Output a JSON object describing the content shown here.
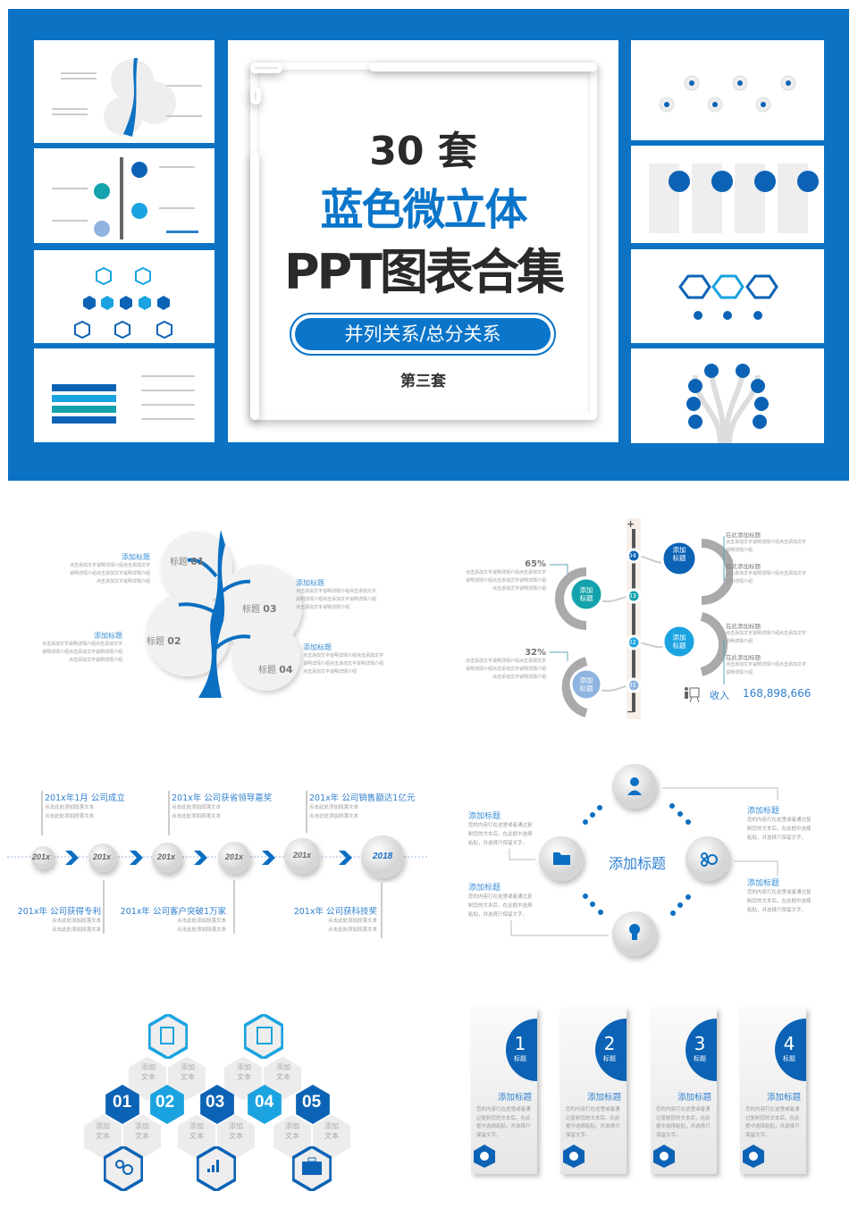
{
  "cover": {
    "line1": "30 套",
    "line2": "蓝色微立体",
    "line3": "PPT图表合集",
    "pill": "并列关系/总分关系",
    "set": "第三套"
  },
  "colors": {
    "brand_blue": "#0b72c4",
    "dark_blue": "#0c63b6",
    "cyan": "#1aa3e0",
    "teal": "#14a3ac"
  },
  "tree": {
    "nodes": [
      {
        "prefix": "标题",
        "num": "01"
      },
      {
        "prefix": "标题",
        "num": "02"
      },
      {
        "prefix": "标题",
        "num": "03"
      },
      {
        "prefix": "标题",
        "num": "04"
      }
    ],
    "blocks": [
      {
        "title": "添加标题",
        "lines": [
          "点击添加文字说明详情介绍点击添加文字",
          "说明详情介绍点击添加文字说明详情介绍",
          "点击添加文字说明详情介绍"
        ]
      },
      {
        "title": "添加标题",
        "lines": [
          "点击添加文字说明详情介绍点击添加文字",
          "说明详情介绍点击添加文字说明详情介绍",
          "点击添加文字说明详情介绍"
        ]
      },
      {
        "title": "添加标题",
        "lines": [
          "点击添加文字说明详情介绍点击添加文字",
          "说明详情介绍点击添加文字说明详情介绍",
          "点击添加文字说明详情介绍"
        ]
      },
      {
        "title": "添加标题",
        "lines": [
          "点击添加文字说明详情介绍点击添加文字",
          "说明详情介绍点击添加文字说明详情介绍",
          "点击添加文字说明详情介绍"
        ]
      }
    ]
  },
  "vtimeline": {
    "plus": "+",
    "minus": "−",
    "nodes": [
      "04",
      "03",
      "02",
      "01"
    ],
    "circle_label": [
      "添加",
      "标题"
    ],
    "percents": [
      "65%",
      "32%"
    ],
    "left_lines": [
      "点击添加文字说明详情介绍点击添加文字",
      "说明详情介绍点击添加文字说明详情介绍",
      "点击添加文字说明详情介绍"
    ],
    "right_title": "在此添加标题",
    "right_lines": [
      "点击添加文字说明详情介绍点击添加文字",
      "说明详情介绍"
    ],
    "income_label": "收入",
    "income_value": "168,898,666"
  },
  "htimeline": {
    "years": [
      "201x",
      "201x",
      "201x",
      "201x",
      "201x",
      "2018"
    ],
    "events": [
      "201x年1月 公司成立",
      "201x年 公司获得专利",
      "201x年 公司获省领导嘉奖",
      "201x年 公司客户突破1万家",
      "201x年 公司销售额达1亿元",
      "201x年 公司获科技奖"
    ],
    "sub": "点击此处添加段落文本"
  },
  "diamond": {
    "center": "添加标题",
    "title": "添加标题",
    "lines": [
      "您的内容打在这里或者通过复",
      "制您的文本后，在此框中选择",
      "粘贴，并选择只保留文字。"
    ]
  },
  "hexes": {
    "numbers": [
      "01",
      "02",
      "03",
      "04",
      "05"
    ],
    "cell": [
      "添加",
      "文本"
    ]
  },
  "cards": {
    "items": [
      {
        "num": "1"
      },
      {
        "num": "2"
      },
      {
        "num": "3"
      },
      {
        "num": "4"
      }
    ],
    "tag": "标题",
    "title": "添加标题",
    "desc": "您的内容打在这里或者通过复制您的文本后，在此框中选择粘贴，并选择只保留文字。"
  }
}
